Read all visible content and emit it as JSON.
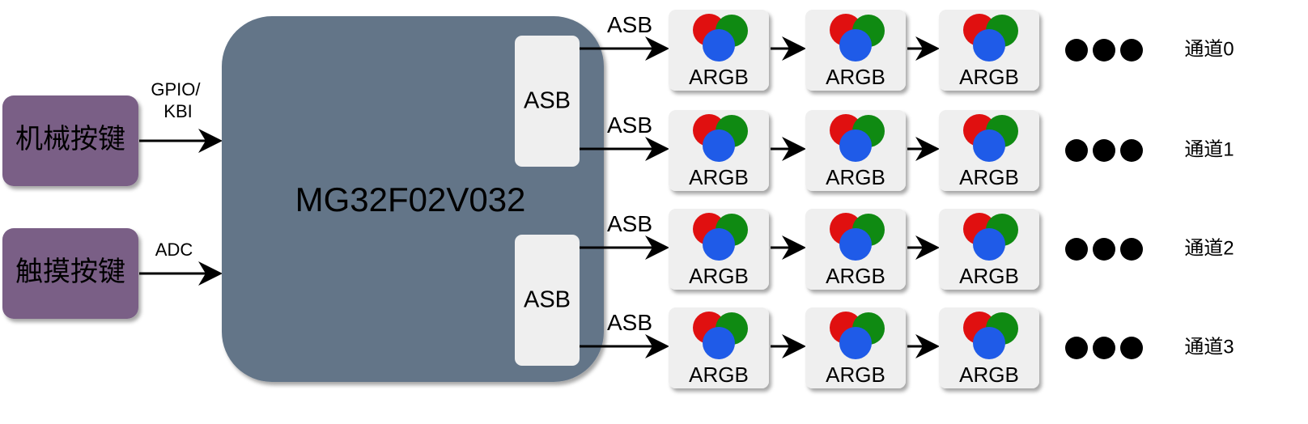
{
  "inputs": [
    {
      "label": "机械按键",
      "signal": "GPIO/\nKBI"
    },
    {
      "label": "触摸按键",
      "signal": "ADC"
    }
  ],
  "mcu": {
    "label": "MG32F02V032",
    "ports": [
      "ASB",
      "ASB"
    ]
  },
  "channels": [
    {
      "signal": "ASB",
      "leds": [
        "ARGB",
        "ARGB",
        "ARGB"
      ],
      "name": "通道0"
    },
    {
      "signal": "ASB",
      "leds": [
        "ARGB",
        "ARGB",
        "ARGB"
      ],
      "name": "通道1"
    },
    {
      "signal": "ASB",
      "leds": [
        "ARGB",
        "ARGB",
        "ARGB"
      ],
      "name": "通道2"
    },
    {
      "signal": "ASB",
      "leds": [
        "ARGB",
        "ARGB",
        "ARGB"
      ],
      "name": "通道3"
    }
  ],
  "colors": {
    "input_block": "#7a5e86",
    "mcu_block": "#647588",
    "port_block": "#efefef",
    "led_block": "#efefef",
    "led_red": "#e01010",
    "led_green": "#0f8a12",
    "led_blue": "#1f5be8"
  }
}
